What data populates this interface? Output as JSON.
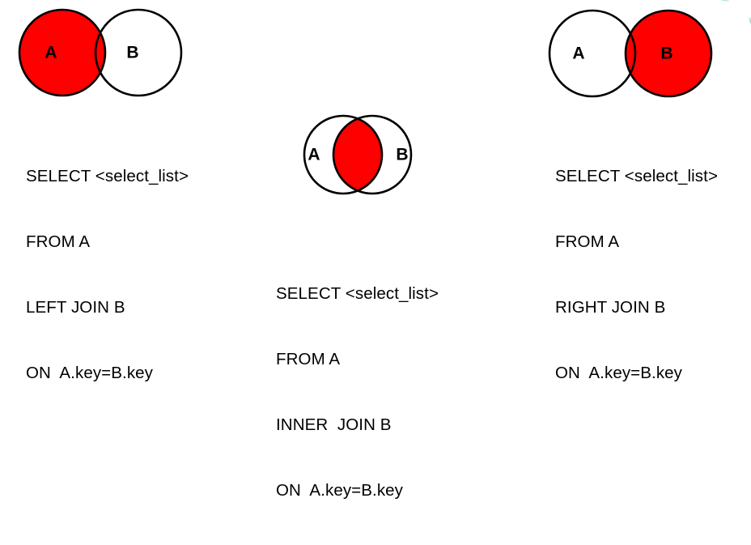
{
  "page": {
    "background_color": "#FFFFFF",
    "fill_color": "#FF0000",
    "outline_color": "#000000",
    "text_color": "#000000",
    "accent_color": "#1BA884"
  },
  "diagrams": [
    {
      "id": "left-join",
      "name": "left-join",
      "label_a": "A",
      "label_b": "B",
      "highlight": "A-plus-intersection",
      "sql": [
        "SELECT <select_list>",
        "FROM A",
        "LEFT JOIN B",
        "ON  A.key=B.key"
      ]
    },
    {
      "id": "inner-join",
      "name": "inner-join",
      "label_a": "A",
      "label_b": "B",
      "highlight": "intersection-only",
      "sql": [
        "SELECT <select_list>",
        "FROM A",
        "INNER  JOIN B",
        "ON  A.key=B.key"
      ]
    },
    {
      "id": "right-join",
      "name": "right-join",
      "label_a": "A",
      "label_b": "B",
      "highlight": "B-plus-intersection",
      "sql": [
        "SELECT <select_list>",
        "FROM A",
        "RIGHT JOIN B",
        "ON  A.key=B.key"
      ]
    }
  ],
  "decoration": {
    "corner_arc_name": "teal-corner-arc"
  }
}
